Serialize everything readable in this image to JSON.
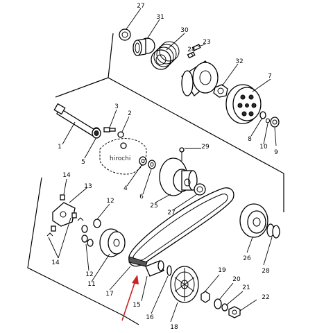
{
  "watermark": "hirochi",
  "part_numbers": {
    "p1": "1",
    "p2": "2",
    "p3": "3",
    "p4": "4",
    "p5": "5",
    "p6": "6",
    "p7": "7",
    "p8": "8",
    "p9": "9",
    "p10": "10",
    "p11": "11",
    "p12a": "12",
    "p12b": "12",
    "p13": "13",
    "p14a": "14",
    "p14b": "14",
    "p15": "15",
    "p16": "16",
    "p17": "17",
    "p18": "18",
    "p19": "19",
    "p20": "20",
    "p21": "21",
    "p22": "22",
    "p23": "23",
    "p24": "24",
    "p25": "25",
    "p26": "26",
    "p27a": "27",
    "p27b": "27",
    "p28": "28",
    "p29": "29",
    "p30": "30",
    "p31": "31",
    "p32": "32"
  },
  "colors": {
    "line": "#000000",
    "pointer_arrow": "#cc2222",
    "background": "#ffffff"
  }
}
